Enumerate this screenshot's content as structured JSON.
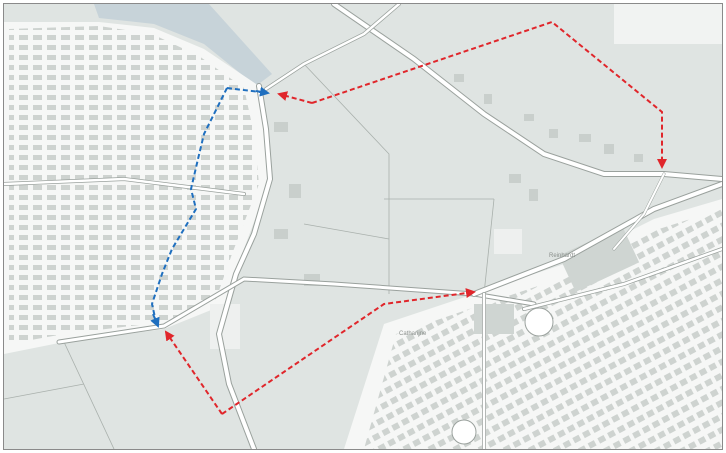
{
  "map": {
    "colors": {
      "land": "#dfe4e2",
      "built": "#f6f7f6",
      "building": "#c9cfcc",
      "road": "#ffffff",
      "road_edge": "#9aa19d",
      "water": "#c7d3d9",
      "route_red": "#e0262b",
      "route_blue": "#1f6fbf"
    },
    "street_labels": [
      {
        "text": "Catharijne"
      },
      {
        "text": "Reinhardt"
      }
    ],
    "routes": [
      {
        "name": "",
        "color": "red",
        "style": "dashed"
      },
      {
        "name": "",
        "color": "red",
        "style": "dashed"
      },
      {
        "name": "",
        "color": "blue",
        "style": "dashed"
      }
    ]
  }
}
